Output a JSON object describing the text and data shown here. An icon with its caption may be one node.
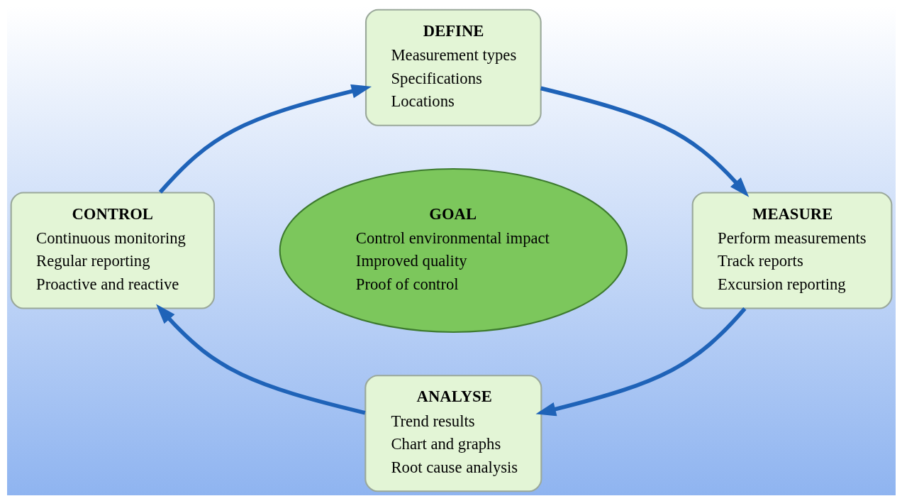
{
  "diagram": {
    "nodes": [
      {
        "text": [
          "DEFINE",
          "Measurement types",
          "Specifications",
          "Locations"
        ]
      },
      {
        "text": [
          "CONTROL",
          "Continuous monitoring",
          "Regular reporting",
          "Proactive and reactive"
        ]
      },
      {
        "text": [
          "GOAL",
          "Control environmental impact",
          "Improved quality",
          "Proof of control"
        ]
      },
      {
        "text": [
          "MEASURE",
          "Perform measurements",
          "Track reports",
          "Excursion reporting"
        ]
      },
      {
        "text": [
          "ANALYSE",
          "Trend results",
          "Chart and graphs",
          "Root cause analysis"
        ]
      }
    ],
    "edges": [
      {
        "from": 0,
        "to": 3,
        "arrow": "to"
      },
      {
        "from": 3,
        "to": 4,
        "arrow": "to"
      },
      {
        "from": 4,
        "to": 1,
        "arrow": "to"
      },
      {
        "from": 1,
        "to": 0,
        "arrow": "to"
      }
    ]
  }
}
